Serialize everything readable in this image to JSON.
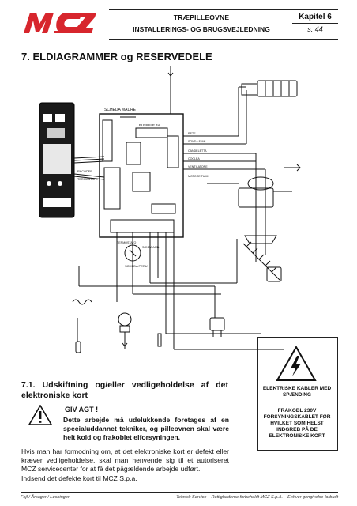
{
  "header": {
    "logo_text": "MCZ",
    "title_line1": "TRÆPILLEOVNE",
    "title_line2": "INSTALLERINGS- OG BRUGSVEJLEDNING",
    "chapter": "Kapitel 6",
    "page": "s. 44"
  },
  "section": {
    "heading": "7. ELDIAGRAMMER og RESERVEDELE"
  },
  "diagram": {
    "board_label": "SCHEDA MADRE",
    "fuse_label": "FUSIBILE 4A",
    "motor_label": "SCHEDA PERU",
    "panel_labels": [
      "ENCODER",
      "TERMOSTATO"
    ],
    "connector_labels": [
      "RETE",
      "SONDA FUMI",
      "CANDELETTA",
      "COCLEA",
      "VENTILATORE",
      "MOTORE FUMI",
      "TERMOSTATO",
      "SONDA AMB."
    ]
  },
  "subsection": {
    "heading": "7.1. Udskiftning og/eller vedligeholdelse af det elektroniske kort"
  },
  "warning": {
    "title": "GIV AGT !",
    "text": "Dette arbejde må udelukkende foretages af en specialuddannet tekniker, og pilleovnen skal være helt kold og frakoblet elforsyningen."
  },
  "body": {
    "para1": "Hvis man har formodning om, at det elektroniske kort er defekt eller kræver vedligeholdelse, skal man henvende sig til et autoriseret MCZ servicecenter for at få det pågældende arbejde udført.",
    "para2": "Indsend det defekte kort til MCZ S.p.a."
  },
  "sidebox": {
    "label1": "ELEKTRISKE KABLER MED SPÆNDING",
    "label2": "FRAKOBL 230V FORSYNINGSKABLET FØR HVILKET SOM HELST INDGREB PÅ DE ELEKTRONISKE KORT"
  },
  "footer": {
    "left": "Fejl / Årsager / Løsninger",
    "right": "Teknisk Service – Rettighederne forbeholdt MCZ S.p.A. – Enhver gengivelse forbudt"
  },
  "colors": {
    "logo_red": "#d7262d",
    "ink": "#111111"
  }
}
